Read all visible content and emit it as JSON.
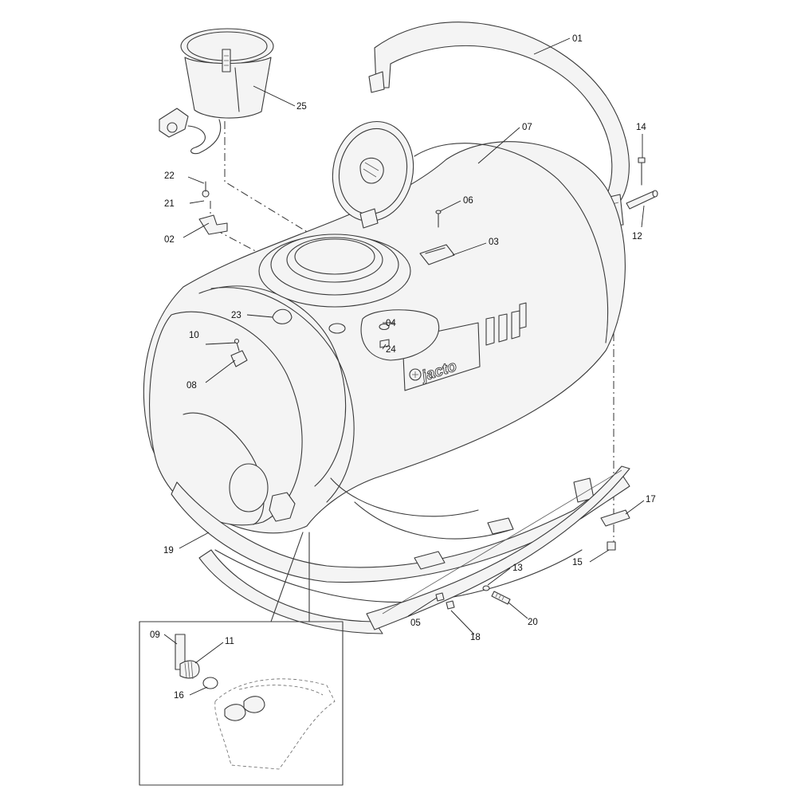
{
  "brand_logo": "jacto",
  "part_callouts": [
    "01",
    "02",
    "03",
    "04",
    "05",
    "06",
    "07",
    "08",
    "09",
    "10",
    "11",
    "12",
    "13",
    "14",
    "15",
    "16",
    "17",
    "18",
    "19",
    "20",
    "21",
    "22",
    "23",
    "24",
    "25"
  ]
}
